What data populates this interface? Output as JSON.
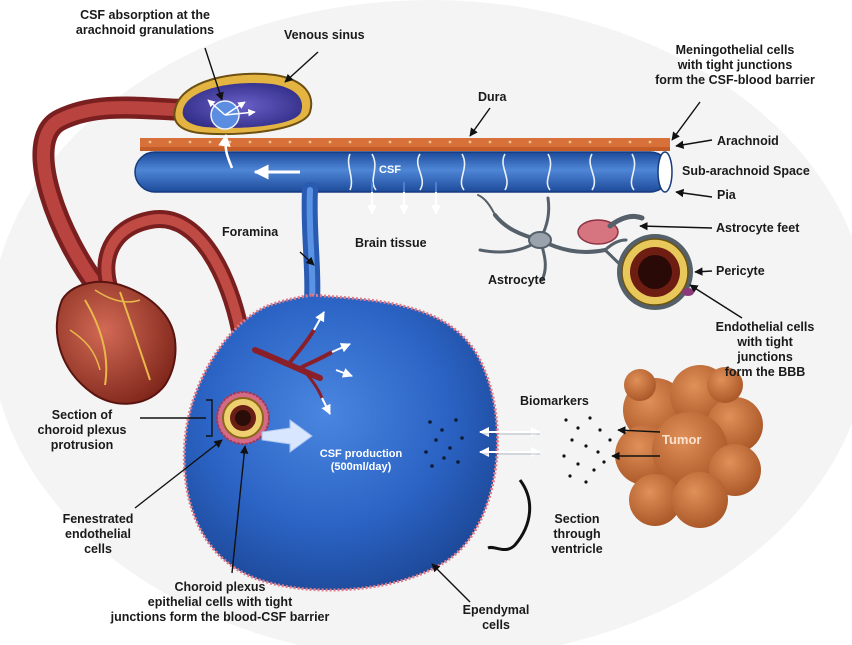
{
  "labels": {
    "csf_absorption": [
      "CSF absorption at the",
      "arachnoid granulations"
    ],
    "venous_sinus": "Venous sinus",
    "meningothelial": [
      "Meningothelial cells",
      "with tight junctions",
      "form the CSF-blood barrier"
    ],
    "dura": "Dura",
    "arachnoid": "Arachnoid",
    "sub_arachnoid": "Sub-arachnoid Space",
    "pia": "Pia",
    "csf": "CSF",
    "foramina": "Foramina",
    "brain_tissue": "Brain tissue",
    "astrocyte": "Astrocyte",
    "astrocyte_feet": "Astrocyte feet",
    "pericyte": "Pericyte",
    "endothelial_bbb": [
      "Endothelial cells",
      "with tight",
      "junctions",
      "form the BBB"
    ],
    "biomarkers": "Biomarkers",
    "tumor": "Tumor",
    "section_choroid": [
      "Section of",
      "choroid plexus",
      "protrusion"
    ],
    "csf_production": [
      "CSF production",
      "(500ml/day)"
    ],
    "fenestrated": [
      "Fenestrated",
      "endothelial",
      "cells"
    ],
    "choroid_epithelial": [
      "Choroid plexus",
      "epithelial cells with tight",
      "junctions form the blood-CSF barrier"
    ],
    "ependymal": [
      "Ependymal",
      "cells"
    ],
    "section_ventricle": [
      "Section",
      "through",
      "ventricle"
    ]
  },
  "colors": {
    "csf_blue": "#2f5fb8",
    "ventricle_blue": "#2a63c4",
    "dura_orange": "#d8703a",
    "artery_red": "#9e2b2b",
    "tumor_orange": "#c8733a",
    "venous_purple": "#3d3f9a"
  }
}
